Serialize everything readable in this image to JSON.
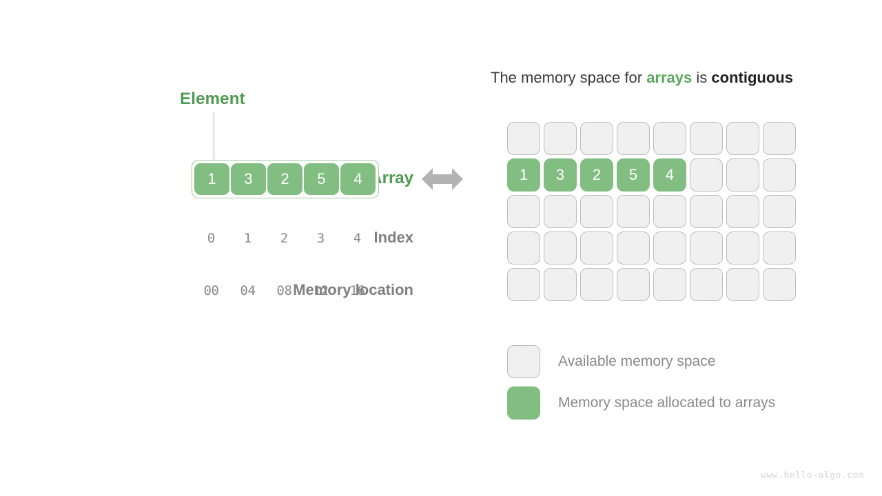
{
  "left": {
    "element_label": "Element",
    "rows": {
      "array_label": "Array",
      "index_label": "Index",
      "memory_location_label": "Memory location"
    },
    "array_values": [
      "1",
      "3",
      "2",
      "5",
      "4"
    ],
    "index_values": [
      "0",
      "1",
      "2",
      "3",
      "4"
    ],
    "memory_locations": [
      "00",
      "04",
      "08",
      "12",
      "16"
    ]
  },
  "center": {
    "arrow_icon": "double-headed-horizontal-arrow",
    "arrow_color": "#b3b3b3"
  },
  "right": {
    "title": {
      "part1": "The memory space for ",
      "accent": "arrays",
      "part2": " is ",
      "strong": "contiguous"
    },
    "grid": {
      "columns": 8,
      "rows": 5,
      "filled_row_index": 1,
      "filled_values": [
        "1",
        "3",
        "2",
        "5",
        "4"
      ]
    },
    "legend": [
      {
        "swatch": "empty",
        "label": "Available memory space"
      },
      {
        "swatch": "filled",
        "label": "Memory space allocated to arrays"
      }
    ]
  },
  "watermark": "www.hello-algo.com",
  "colors": {
    "green_fill": "#82bd82",
    "green_text": "#4e9b52",
    "gray_text": "#8a8a8a",
    "cell_empty": "#f0f0f0",
    "cell_border": "#bdbdbd"
  }
}
